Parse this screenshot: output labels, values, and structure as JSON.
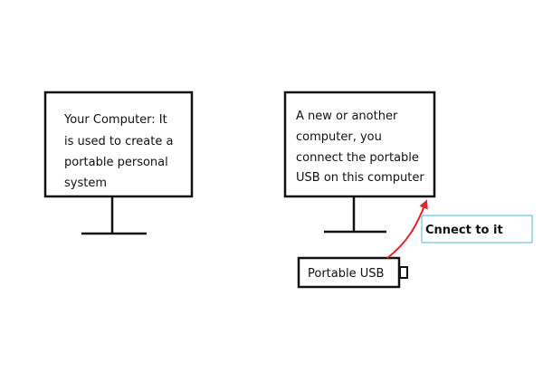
{
  "monitor_left": {
    "lines": [
      "Your Computer: It",
      "is used to create a",
      "portable personal",
      "system"
    ]
  },
  "monitor_right": {
    "lines": [
      "A new or another",
      "computer, you",
      "connect the portable",
      "USB on this computer"
    ]
  },
  "usb": {
    "label": "Portable USB"
  },
  "callout": {
    "label": "Cnnect to it"
  },
  "colors": {
    "stroke": "#111111",
    "arrow": "#e8202a",
    "callout_border": "#7fd3e0"
  }
}
